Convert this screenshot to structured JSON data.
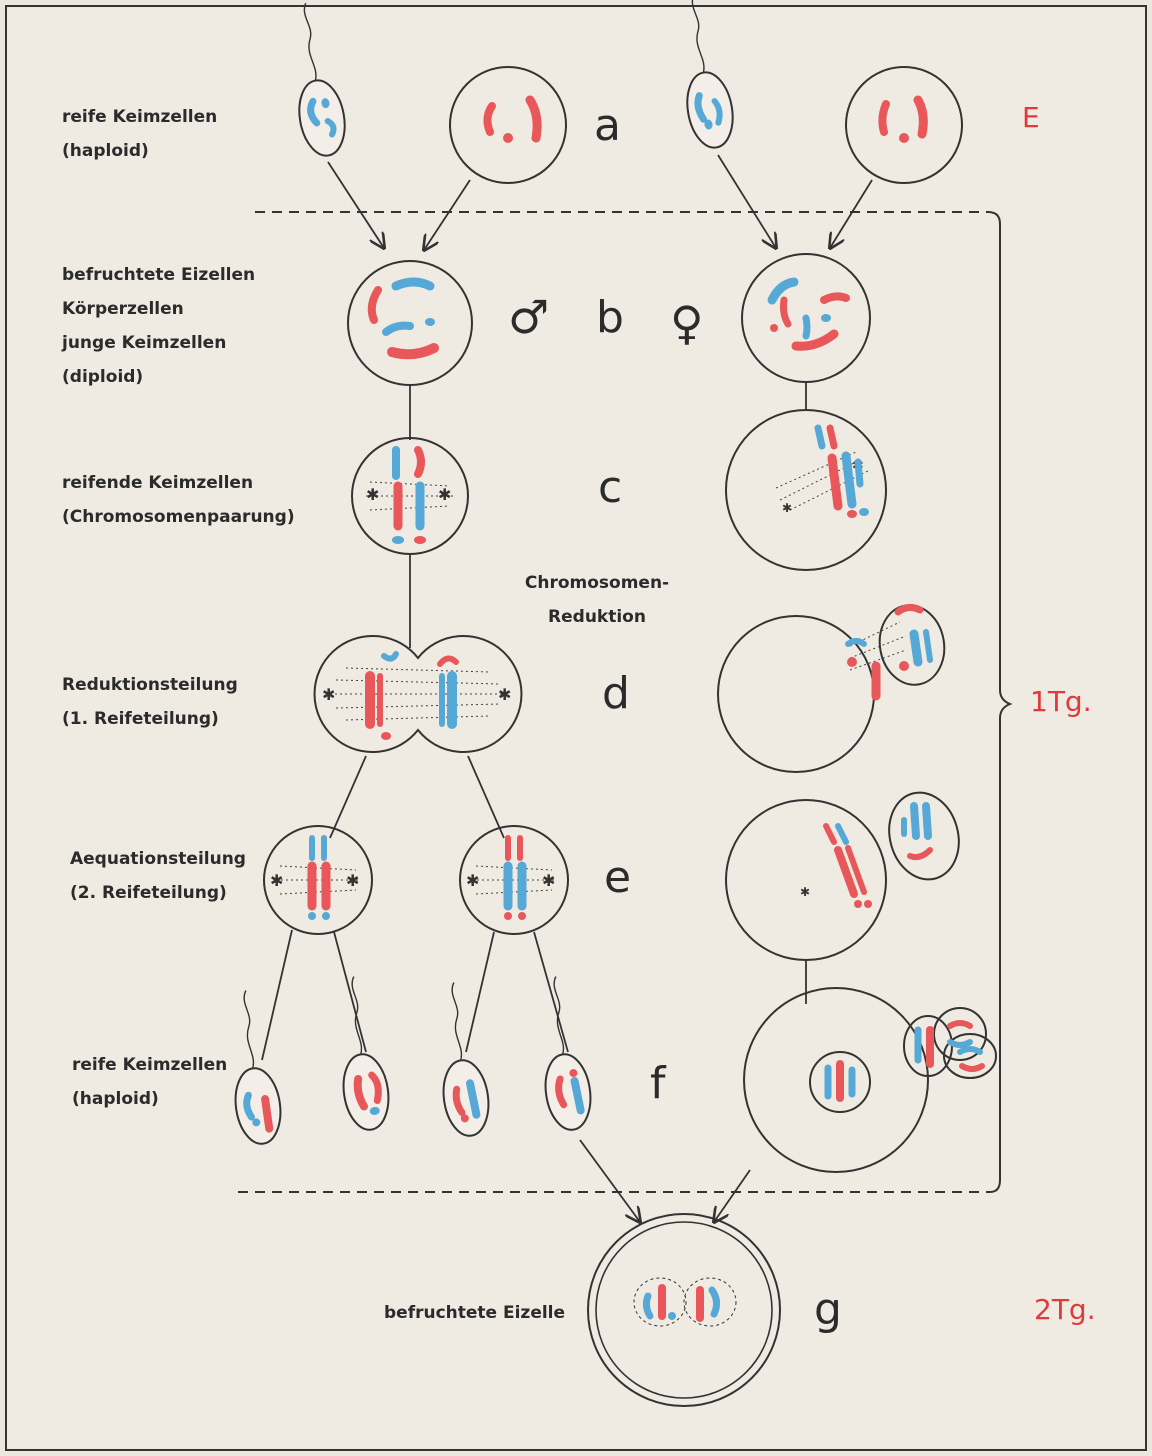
{
  "labels": {
    "mature_germ_cells_top": [
      "reife Keimzellen",
      "(haploid)"
    ],
    "fertilized_group": [
      "befruchtete Eizellen",
      "Körperzellen",
      "junge Keimzellen",
      "(diploid)"
    ],
    "maturing": [
      "reifende Keimzellen",
      "(Chromosomenpaarung)"
    ],
    "reduction_division": [
      "Reduktionsteilung",
      "(1. Reifeteilung)"
    ],
    "equation_division": [
      "Aequationsteilung",
      "(2. Reifeteilung)"
    ],
    "mature_germ_cells_bottom": [
      "reife Keimzellen",
      "(haploid)"
    ],
    "chromosome_reduction": [
      "Chromosomen-",
      "Reduktion"
    ],
    "fertilized_egg": "befruchtete Eizelle"
  },
  "stages": {
    "a": "a",
    "b": "b",
    "c": "c",
    "d": "d",
    "e": "e",
    "f": "f",
    "g": "g"
  },
  "symbols": {
    "male": "♂",
    "female": "♀"
  },
  "tags": {
    "e": "E",
    "one_day": "1Tg.",
    "two_days": "2Tg."
  },
  "colors": {
    "red_chromosome": "#e8585a",
    "blue_chromosome": "#56a8d6",
    "tag_red": "#e03a3a",
    "ink": "#333333",
    "paper": "#ebe6de"
  }
}
